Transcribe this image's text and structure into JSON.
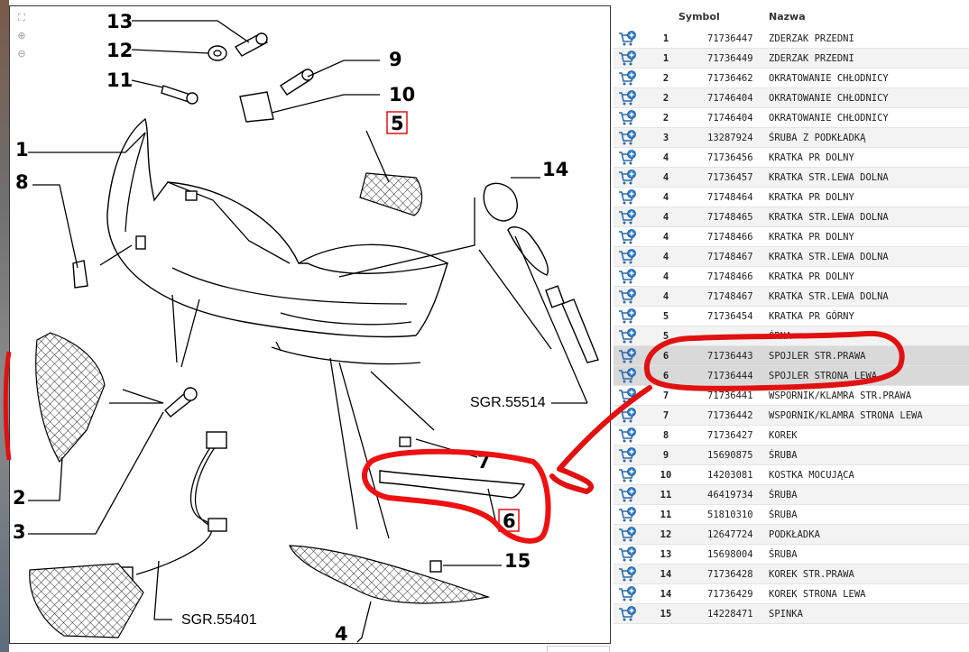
{
  "diagram": {
    "tools": [
      {
        "name": "fit-icon",
        "glyph": "⛶"
      },
      {
        "name": "zoom-in-icon",
        "glyph": "⊕"
      },
      {
        "name": "zoom-out-icon",
        "glyph": "⊖"
      }
    ],
    "callouts": {
      "c1": "1",
      "c2": "2",
      "c3": "3",
      "c4": "4",
      "c5": "5",
      "c6": "6",
      "c7": "7",
      "c8": "8",
      "c9": "9",
      "c10": "10",
      "c11": "11",
      "c12": "12",
      "c13": "13",
      "c14": "14",
      "c15": "15"
    },
    "refs": {
      "r1": "SGR.55514",
      "r2": "SGR.55401"
    },
    "accent_red": "#e11111"
  },
  "table": {
    "col_symbol": "Symbol",
    "col_name": "Nazwa",
    "rows": [
      {
        "pos": "1",
        "symbol": "71736447",
        "name": "ZDERZAK PRZEDNI"
      },
      {
        "pos": "1",
        "symbol": "71736449",
        "name": "ZDERZAK PRZEDNI"
      },
      {
        "pos": "2",
        "symbol": "71736462",
        "name": "OKRATOWANIE CHŁODNICY"
      },
      {
        "pos": "2",
        "symbol": "71746404",
        "name": "OKRATOWANIE CHŁODNICY"
      },
      {
        "pos": "2",
        "symbol": "71746404",
        "name": "OKRATOWANIE CHŁODNICY"
      },
      {
        "pos": "3",
        "symbol": "13287924",
        "name": "ŚRUBA Z PODKŁADKĄ"
      },
      {
        "pos": "4",
        "symbol": "71736456",
        "name": "KRATKA PR DOLNY"
      },
      {
        "pos": "4",
        "symbol": "71736457",
        "name": "KRATKA STR.LEWA DOLNA"
      },
      {
        "pos": "4",
        "symbol": "71748464",
        "name": "KRATKA PR DOLNY"
      },
      {
        "pos": "4",
        "symbol": "71748465",
        "name": "KRATKA STR.LEWA DOLNA"
      },
      {
        "pos": "4",
        "symbol": "71748466",
        "name": "KRATKA PR DOLNY"
      },
      {
        "pos": "4",
        "symbol": "71748467",
        "name": "KRATKA STR.LEWA DOLNA"
      },
      {
        "pos": "4",
        "symbol": "71748466",
        "name": "KRATKA PR DOLNY"
      },
      {
        "pos": "4",
        "symbol": "71748467",
        "name": "KRATKA STR.LEWA DOLNA"
      },
      {
        "pos": "5",
        "symbol": "71736454",
        "name": "KRATKA PR GÓRNY"
      },
      {
        "pos": "5",
        "symbol": "",
        "name": "ÓRNA"
      },
      {
        "pos": "6",
        "symbol": "71736443",
        "name": "SPOJLER STR.PRAWA"
      },
      {
        "pos": "6",
        "symbol": "71736444",
        "name": "SPOJLER STRONA LEWA"
      },
      {
        "pos": "7",
        "symbol": "71736441",
        "name": "WSPORNIK/KLAMRA STR.PRAWA"
      },
      {
        "pos": "7",
        "symbol": "71736442",
        "name": "WSPORNIK/KLAMRA STRONA LEWA"
      },
      {
        "pos": "8",
        "symbol": "71736427",
        "name": "KOREK"
      },
      {
        "pos": "9",
        "symbol": "15690875",
        "name": "ŚRUBA"
      },
      {
        "pos": "10",
        "symbol": "14203081",
        "name": "KOSTKA MOCUJĄCA"
      },
      {
        "pos": "11",
        "symbol": "46419734",
        "name": "ŚRUBA"
      },
      {
        "pos": "11",
        "symbol": "51810310",
        "name": "ŚRUBA"
      },
      {
        "pos": "12",
        "symbol": "12647724",
        "name": "PODKŁADKA"
      },
      {
        "pos": "13",
        "symbol": "15698004",
        "name": "ŚRUBA"
      },
      {
        "pos": "14",
        "symbol": "71736428",
        "name": "KOREK STR.PRAWA"
      },
      {
        "pos": "14",
        "symbol": "71736429",
        "name": "KOREK STRONA LEWA"
      },
      {
        "pos": "15",
        "symbol": "14228471",
        "name": "SPINKA"
      }
    ],
    "cart_icon": "cart-add-icon"
  }
}
